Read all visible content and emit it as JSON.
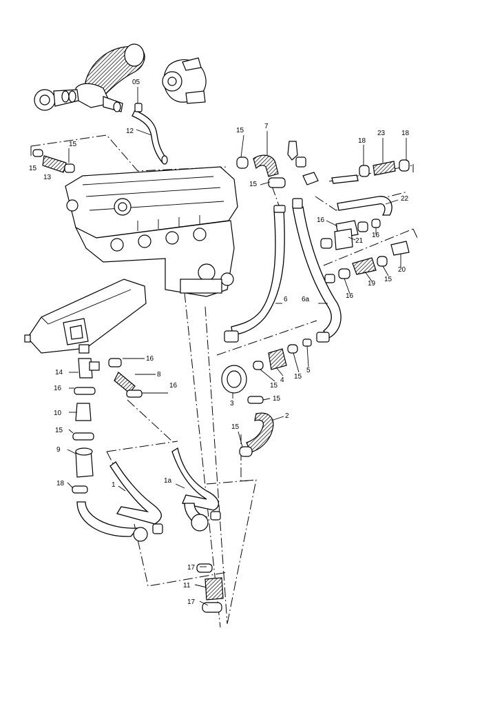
{
  "callouts": [
    {
      "id": "c-05",
      "text": "05"
    },
    {
      "id": "c-12",
      "text": "12"
    },
    {
      "id": "c-15a",
      "text": "15"
    },
    {
      "id": "c-15b",
      "text": "15"
    },
    {
      "id": "c-13",
      "text": "13"
    },
    {
      "id": "c-15c",
      "text": "15"
    },
    {
      "id": "c-7",
      "text": "7"
    },
    {
      "id": "c-23",
      "text": "23"
    },
    {
      "id": "c-18a",
      "text": "18"
    },
    {
      "id": "c-18b",
      "text": "18"
    },
    {
      "id": "c-15d",
      "text": "15"
    },
    {
      "id": "c-22",
      "text": "22"
    },
    {
      "id": "c-16a",
      "text": "16"
    },
    {
      "id": "c-21",
      "text": "21"
    },
    {
      "id": "c-16b",
      "text": "16"
    },
    {
      "id": "c-20",
      "text": "20"
    },
    {
      "id": "c-15e",
      "text": "15"
    },
    {
      "id": "c-19",
      "text": "19"
    },
    {
      "id": "c-16c",
      "text": "16"
    },
    {
      "id": "c-6",
      "text": "6"
    },
    {
      "id": "c-6a",
      "text": "6a"
    },
    {
      "id": "c-16d",
      "text": "16"
    },
    {
      "id": "c-8",
      "text": "8"
    },
    {
      "id": "c-16e",
      "text": "16"
    },
    {
      "id": "c-14",
      "text": "14"
    },
    {
      "id": "c-16f",
      "text": "16"
    },
    {
      "id": "c-4",
      "text": "4"
    },
    {
      "id": "c-15f",
      "text": "15"
    },
    {
      "id": "c-15g",
      "text": "15"
    },
    {
      "id": "c-5",
      "text": "5"
    },
    {
      "id": "c-3",
      "text": "3"
    },
    {
      "id": "c-15h",
      "text": "15"
    },
    {
      "id": "c-2",
      "text": "2"
    },
    {
      "id": "c-15i",
      "text": "15"
    },
    {
      "id": "c-10",
      "text": "10"
    },
    {
      "id": "c-15j",
      "text": "15"
    },
    {
      "id": "c-9",
      "text": "9"
    },
    {
      "id": "c-18c",
      "text": "18"
    },
    {
      "id": "c-1",
      "text": "1"
    },
    {
      "id": "c-1a",
      "text": "1a"
    },
    {
      "id": "c-17a",
      "text": "17"
    },
    {
      "id": "c-11",
      "text": "11"
    },
    {
      "id": "c-17b",
      "text": "17"
    }
  ]
}
